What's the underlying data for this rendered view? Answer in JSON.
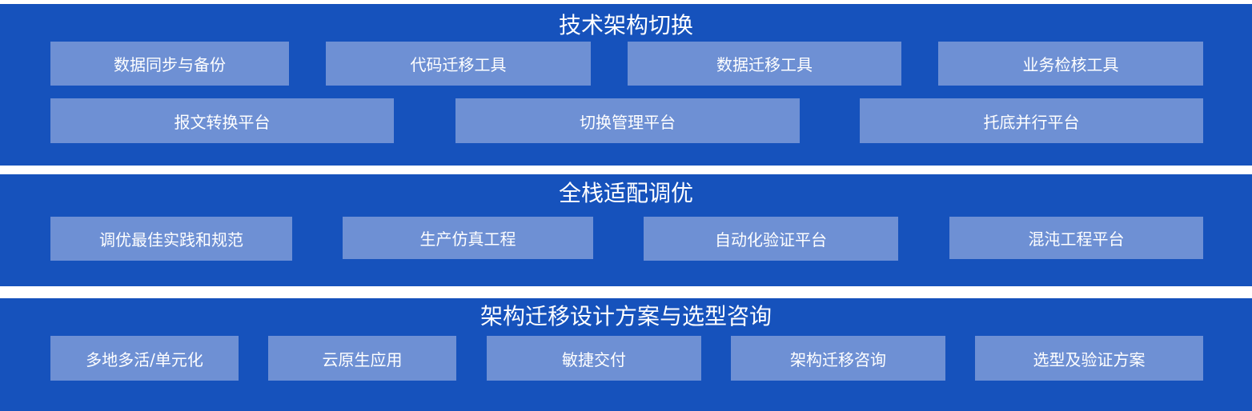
{
  "colors": {
    "band": "#1652BC",
    "box": "#6E90D4",
    "text": "#FFFFFF"
  },
  "layers": [
    {
      "title": "技术架构切换",
      "rows": [
        [
          "数据同步与备份",
          "代码迁移工具",
          "数据迁移工具",
          "业务检核工具"
        ],
        [
          "报文转换平台",
          "切换管理平台",
          "托底并行平台"
        ]
      ]
    },
    {
      "title": "全栈适配调优",
      "rows": [
        [
          "调优最佳实践和规范",
          "生产仿真工程",
          "自动化验证平台",
          "混沌工程平台"
        ]
      ]
    },
    {
      "title": "架构迁移设计方案与选型咨询",
      "rows": [
        [
          "多地多活/单元化",
          "云原生应用",
          "敏捷交付",
          "架构迁移咨询",
          "选型及验证方案"
        ]
      ]
    }
  ]
}
